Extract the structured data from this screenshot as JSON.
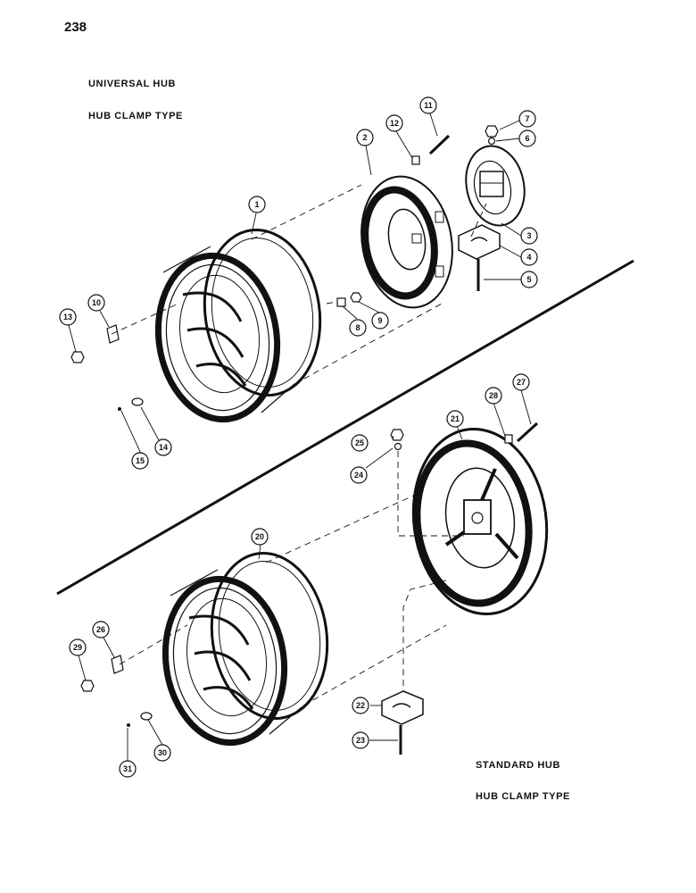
{
  "page_number": "238",
  "sections": {
    "universal": {
      "title": "UNIVERSAL HUB",
      "subtitle": "HUB CLAMP TYPE"
    },
    "standard": {
      "title": "STANDARD HUB",
      "subtitle": "HUB CLAMP TYPE"
    }
  },
  "callouts": [
    "1",
    "2",
    "3",
    "4",
    "5",
    "6",
    "7",
    "8",
    "9",
    "10",
    "11",
    "12",
    "13",
    "14",
    "15",
    "20",
    "21",
    "22",
    "23",
    "24",
    "25",
    "26",
    "27",
    "28",
    "29",
    "30",
    "31"
  ]
}
